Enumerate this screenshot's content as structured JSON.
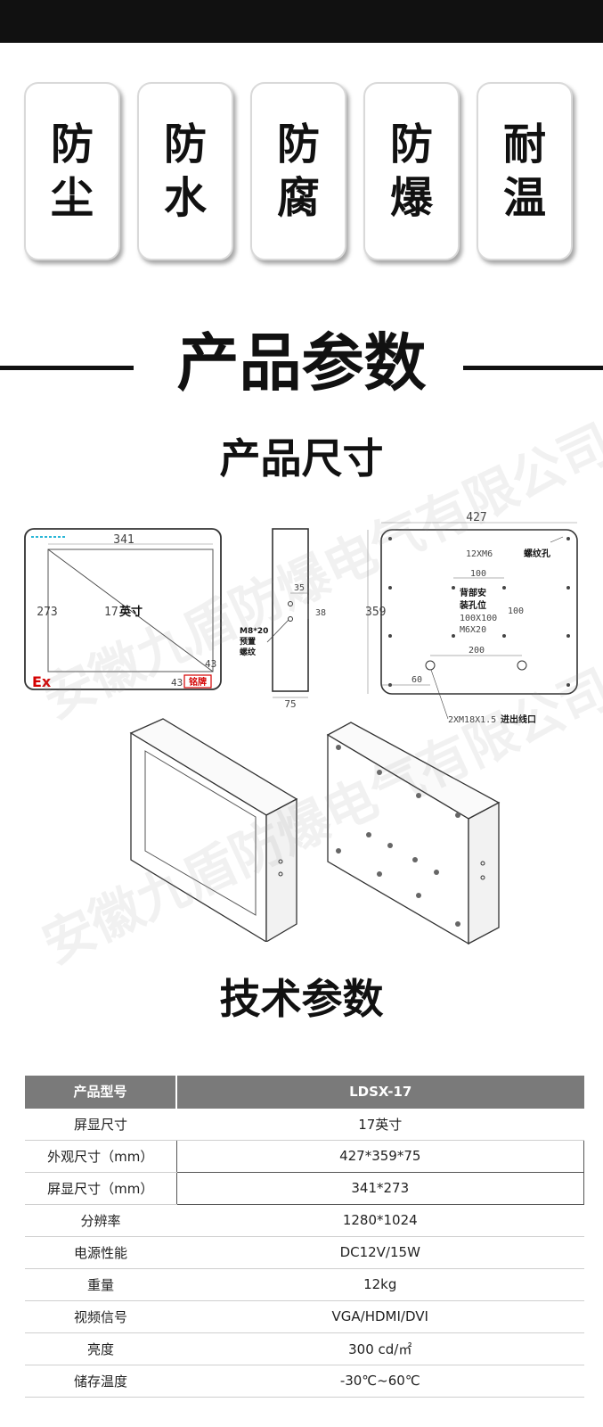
{
  "features": [
    {
      "top": "防",
      "bottom": "尘"
    },
    {
      "top": "防",
      "bottom": "水"
    },
    {
      "top": "防",
      "bottom": "腐"
    },
    {
      "top": "防",
      "bottom": "爆"
    },
    {
      "top": "耐",
      "bottom": "温"
    }
  ],
  "section_title": "产品参数",
  "size_title": "产品尺寸",
  "tech_title": "技术参数",
  "watermark": "安徽九盾防爆电气有限公司",
  "drawings": {
    "front": {
      "width": "341",
      "height": "273",
      "diagonal": "17",
      "diagonal_unit": "英寸",
      "corner": "43",
      "corner_bottom": "43",
      "ex_mark": "Ex",
      "nameplate": "铭牌"
    },
    "side": {
      "dim_35": "35",
      "dim_38": "38",
      "thread_label_1": "M8*20",
      "thread_label_2": "预置",
      "thread_label_3": "螺纹",
      "depth": "75"
    },
    "back": {
      "width": "427",
      "height": "359",
      "hole_spec": "12XM6",
      "hole_label": "螺纹孔",
      "dim_100_top": "100",
      "dim_100_side": "100",
      "mount_label_1": "背部安",
      "mount_label_2": "装孔位",
      "mount_spec_1": "100X100",
      "mount_spec_2": "M6X20",
      "dim_200": "200",
      "dim_60": "60",
      "inlet_spec": "2XM18X1.5",
      "inlet_label": "进出线口"
    }
  },
  "table": {
    "header": {
      "label": "产品型号",
      "value": "LDSX-17"
    },
    "rows": [
      {
        "label": "屏显尺寸",
        "value": "17英寸",
        "boxed": false
      },
      {
        "label": "外观尺寸（mm）",
        "value": "427*359*75",
        "boxed": true
      },
      {
        "label": "屏显尺寸（mm）",
        "value": "341*273",
        "boxed": true
      },
      {
        "label": "分辨率",
        "value": "1280*1024",
        "boxed": false
      },
      {
        "label": "电源性能",
        "value": "DC12V/15W",
        "boxed": false
      },
      {
        "label": "重量",
        "value": "12kg",
        "boxed": false
      },
      {
        "label": "视频信号",
        "value": "VGA/HDMI/DVI",
        "boxed": false
      },
      {
        "label": "亮度",
        "value": "300 cd/㎡",
        "boxed": false
      },
      {
        "label": "储存温度",
        "value": "-30℃~60℃",
        "boxed": false
      }
    ]
  },
  "colors": {
    "header_bg": "#7a7a7a",
    "top_bar": "#111111",
    "accent_red": "#d40000",
    "accent_cyan": "#29b6d6"
  }
}
